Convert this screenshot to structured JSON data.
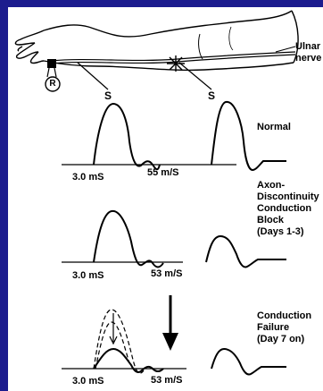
{
  "figure": {
    "nerve_label_line1": "Ulnar",
    "nerve_label_line2": "nerve",
    "recording_site": "R",
    "stimulus_marker_proximal": "S",
    "stimulus_marker_distal": "S",
    "panels": [
      {
        "title_lines": [
          "Normal"
        ],
        "latency": "3.0 mS",
        "velocity": "55 m/S"
      },
      {
        "title_lines": [
          "Axon-",
          "Discontinuity",
          "Conduction",
          "Block",
          "(Days 1-3)"
        ],
        "latency": "3.0 mS",
        "velocity": "53 m/S"
      },
      {
        "title_lines": [
          "Conduction",
          "Failure",
          "(Day 7 on)"
        ],
        "latency": "3.0 mS",
        "velocity": "53 m/S"
      }
    ]
  },
  "colors": {
    "background": "#1c1c8e",
    "panel": "#ffffff",
    "ink": "#000000"
  }
}
